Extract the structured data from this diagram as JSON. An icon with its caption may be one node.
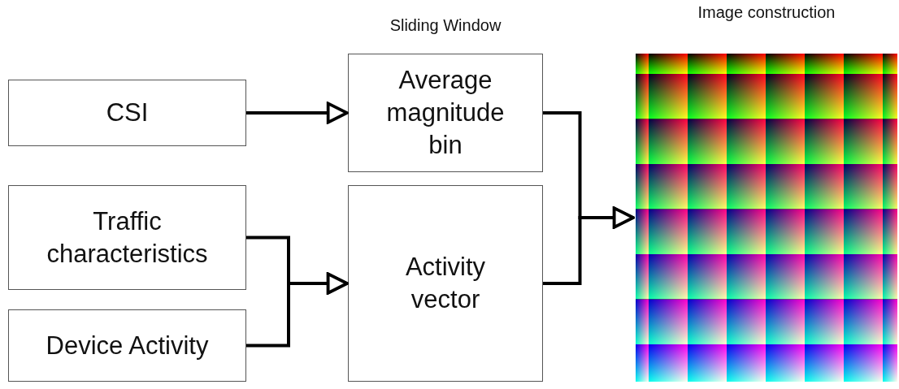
{
  "diagram": {
    "nodes": [
      {
        "text": [
          "CSI"
        ]
      },
      {
        "text": [
          "Traffic characteristics"
        ]
      },
      {
        "text": [
          "Device Activity"
        ]
      },
      {
        "text": [
          "Average magnitude bin"
        ]
      },
      {
        "text": [
          "Activity vector"
        ]
      },
      {
        "text": [
          "Image construction"
        ]
      }
    ],
    "edges": [
      {
        "from": 0,
        "to": 3,
        "arrow": "to"
      },
      {
        "from": 1,
        "to": 4,
        "arrow": "to"
      },
      {
        "from": 2,
        "to": 4,
        "arrow": "to"
      },
      {
        "from": 3,
        "to": 5,
        "arrow": "to"
      },
      {
        "from": 4,
        "to": 5,
        "arrow": "to"
      }
    ],
    "labels": [
      "Sliding Window"
    ]
  }
}
